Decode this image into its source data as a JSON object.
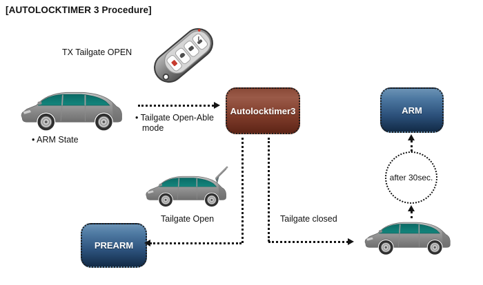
{
  "title": "[AUTOLOCKTIMER 3 Procedure]",
  "fob": {
    "caption": "TX Tailgate OPEN"
  },
  "cars": {
    "arm_state_caption": "• ARM State",
    "tailgate_open_caption": "Tailgate Open"
  },
  "flows": {
    "to_timer_line1": "• Tailgate Open-Able",
    "to_timer_line2": "mode",
    "tailgate_closed": "Tailgate closed",
    "after_30sec": "after 30sec."
  },
  "nodes": {
    "autolocktimer3": "Autolocktimer3",
    "arm": "ARM",
    "prearm": "PREARM"
  },
  "colors": {
    "timer_top": "#9a5a48",
    "timer_mid": "#7e3b2a",
    "timer_bottom": "#5e2517",
    "state_top": "#4e79a2",
    "state_mid": "#2c517b",
    "state_bottom": "#122b47",
    "window_teal": "#0e7a73",
    "line": "#141414"
  }
}
